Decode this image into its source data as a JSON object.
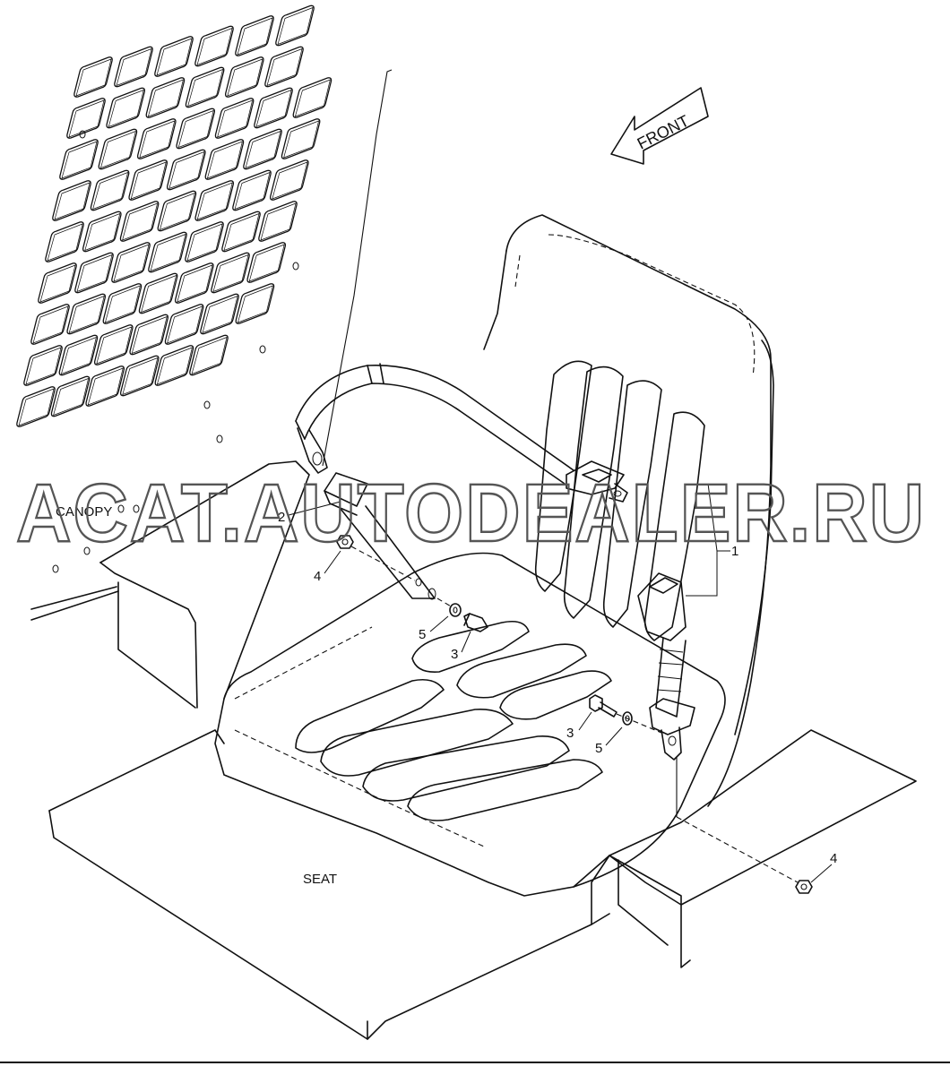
{
  "diagram": {
    "labels": {
      "canopy": "CANOPY",
      "seat": "SEAT",
      "front": "FRONT"
    },
    "callouts": [
      {
        "id": "c2",
        "text": "2"
      },
      {
        "id": "c1",
        "text": "1"
      },
      {
        "id": "c4a",
        "text": "4"
      },
      {
        "id": "c5a",
        "text": "5"
      },
      {
        "id": "c3a",
        "text": "3"
      },
      {
        "id": "c3b",
        "text": "3"
      },
      {
        "id": "c5b",
        "text": "5"
      },
      {
        "id": "c4b",
        "text": "4"
      }
    ],
    "watermark": "ACAT.AUTODEALER.RU"
  }
}
